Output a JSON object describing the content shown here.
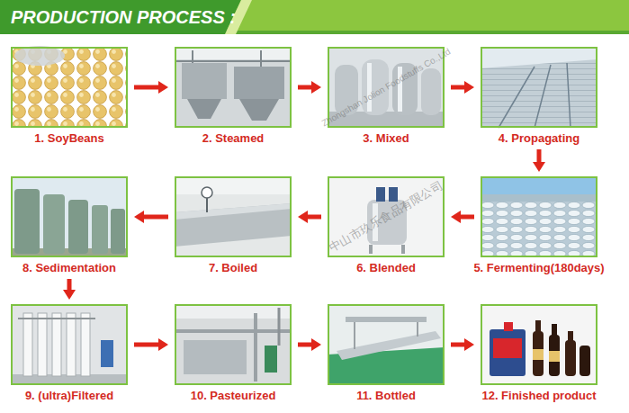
{
  "diagram": {
    "title": "PRODUCTION PROCESS :",
    "nodes": [
      {
        "text": [
          "1. SoyBeans"
        ]
      },
      {
        "text": [
          "2. Steamed"
        ]
      },
      {
        "text": [
          "3. Mixed"
        ]
      },
      {
        "text": [
          "4. Propagating"
        ]
      },
      {
        "text": [
          "5. Fermenting(180days)"
        ]
      },
      {
        "text": [
          "6. Blended"
        ]
      },
      {
        "text": [
          "7. Boiled"
        ]
      },
      {
        "text": [
          "8. Sedimentation"
        ]
      },
      {
        "text": [
          "9. (ultra)Filtered"
        ]
      },
      {
        "text": [
          "10. Pasteurized"
        ]
      },
      {
        "text": [
          "11. Bottled"
        ]
      },
      {
        "text": [
          "12. Finished product"
        ]
      }
    ],
    "edges": [
      {
        "from": 0,
        "to": 1,
        "arrow": "to"
      },
      {
        "from": 1,
        "to": 2,
        "arrow": "to"
      },
      {
        "from": 2,
        "to": 3,
        "arrow": "to"
      },
      {
        "from": 3,
        "to": 4,
        "arrow": "to"
      },
      {
        "from": 4,
        "to": 5,
        "arrow": "to"
      },
      {
        "from": 5,
        "to": 6,
        "arrow": "to"
      },
      {
        "from": 6,
        "to": 7,
        "arrow": "to"
      },
      {
        "from": 7,
        "to": 8,
        "arrow": "to"
      },
      {
        "from": 8,
        "to": 9,
        "arrow": "to"
      },
      {
        "from": 9,
        "to": 10,
        "arrow": "to"
      },
      {
        "from": 10,
        "to": 11,
        "arrow": "to"
      }
    ],
    "labels": [
      "中山市玖乐食品有限公司",
      "Zhongshan Jolion Foodstuffs Co.,Ltd"
    ]
  }
}
